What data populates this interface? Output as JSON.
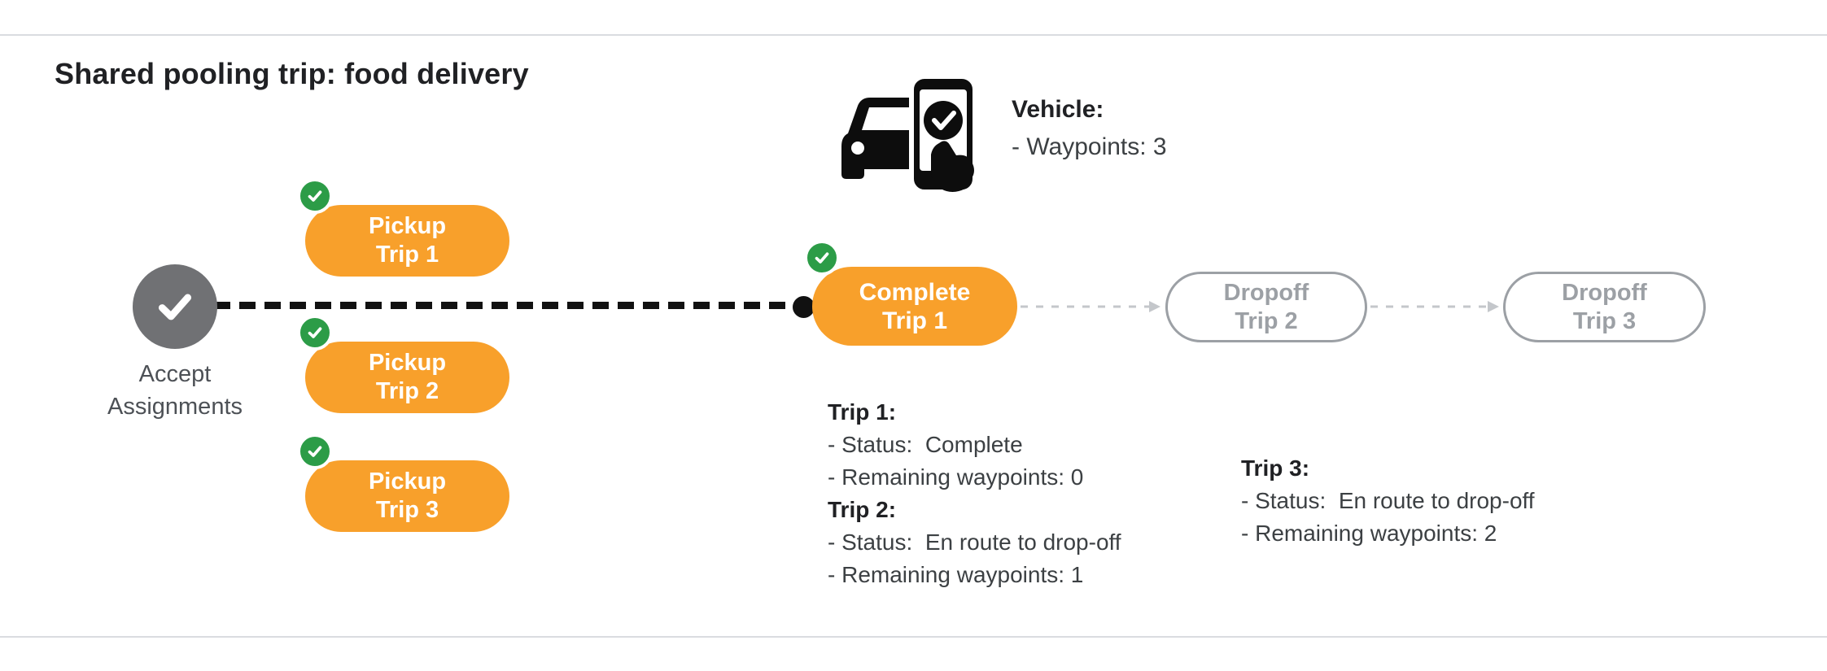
{
  "title": "Shared pooling trip: food delivery",
  "vehicle": {
    "icon": "car-phone-check-icon",
    "label": "Vehicle:",
    "waypoints": "- Waypoints: 3"
  },
  "flow": {
    "start": {
      "icon": "check-icon",
      "line1": "Accept",
      "line2": "Assignments"
    },
    "pickups": [
      {
        "badge": "check-badge",
        "line1": "Pickup",
        "line2": "Trip 1"
      },
      {
        "badge": "check-badge",
        "line1": "Pickup",
        "line2": "Trip 2"
      },
      {
        "badge": "check-badge",
        "line1": "Pickup",
        "line2": "Trip 3"
      }
    ],
    "complete": {
      "badge": "check-badge",
      "line1": "Complete",
      "line2": "Trip 1"
    },
    "dropoffs": [
      {
        "line1": "Dropoff",
        "line2": "Trip 2"
      },
      {
        "line1": "Dropoff",
        "line2": "Trip 3"
      }
    ]
  },
  "status": {
    "left": [
      {
        "heading": "Trip 1:",
        "lines": [
          "- Status:  Complete",
          "- Remaining waypoints: 0"
        ]
      },
      {
        "heading": "Trip 2:",
        "lines": [
          "- Status:  En route to drop-off",
          "- Remaining waypoints: 1"
        ]
      }
    ],
    "right": [
      {
        "heading": "Trip 3:",
        "lines": [
          "- Status:  En route to drop-off",
          "- Remaining waypoints: 2"
        ]
      }
    ]
  },
  "colors": {
    "orange": "#F8A02B",
    "green": "#2C9C47",
    "gray-node": "#707174",
    "gray-outline": "#9CA0A5",
    "connector": "#C4C7CB",
    "ink": "#202124",
    "body": "#3C4043",
    "muted": "#4D5156",
    "rule": "#DADCE0",
    "line-dark": "#111111"
  }
}
